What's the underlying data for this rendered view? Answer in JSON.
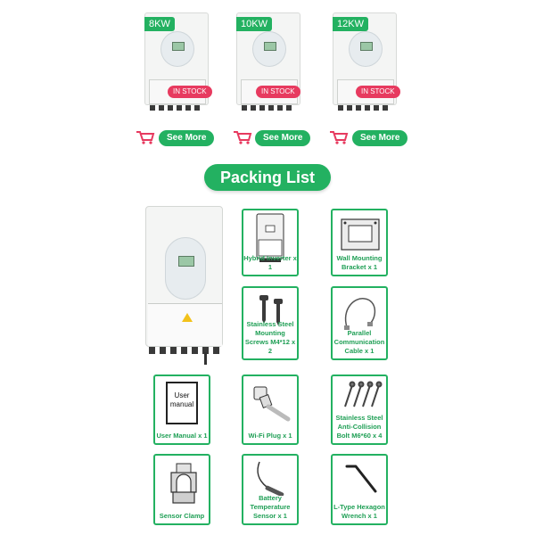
{
  "products": [
    {
      "power": "8KW",
      "stock_label": "IN STOCK",
      "see_more_label": "See More"
    },
    {
      "power": "10KW",
      "stock_label": "IN STOCK",
      "see_more_label": "See More"
    },
    {
      "power": "12KW",
      "stock_label": "IN STOCK",
      "see_more_label": "See More"
    }
  ],
  "packing_list": {
    "title": "Packing List",
    "items": [
      {
        "lines": [
          "Hybrid Inverter x 1"
        ]
      },
      {
        "lines": [
          "Wall Mounting",
          "Bracket x 1"
        ]
      },
      {
        "lines": [
          "Stainless Steel",
          "Mounting",
          "Screws M4*12 x 2"
        ]
      },
      {
        "lines": [
          "Parallel",
          "Communication",
          "Cable x 1"
        ]
      },
      {
        "lines": [
          "User Manual x 1"
        ]
      },
      {
        "lines": [
          "Wi-Fi Plug x 1"
        ]
      },
      {
        "lines": [
          "Stainless Steel",
          "Anti-Collision",
          "Bolt M6*60 x 4"
        ]
      },
      {
        "lines": [
          "Sensor Clamp"
        ]
      },
      {
        "lines": [
          "Battery",
          "Temperature",
          "Sensor x 1"
        ]
      },
      {
        "lines": [
          "L-Type Hexagon",
          "Wrench x 1"
        ]
      }
    ],
    "manual_cover_text": [
      "User",
      "manual"
    ]
  },
  "colors": {
    "accent": "#23b161",
    "stock": "#e73a5f",
    "cart": "#e73a5f"
  }
}
